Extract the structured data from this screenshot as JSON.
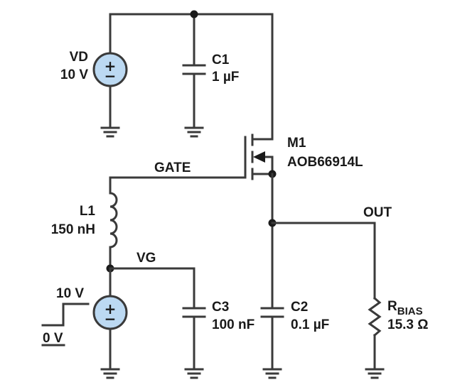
{
  "sources": {
    "vd": {
      "name": "VD",
      "value": "10 V"
    },
    "vg": {
      "step_high": "10 V",
      "step_low": "0 V"
    }
  },
  "capacitors": {
    "c1": {
      "name": "C1",
      "value": "1 µF"
    },
    "c2": {
      "name": "C2",
      "value": "0.1 µF"
    },
    "c3": {
      "name": "C3",
      "value": "100 nF"
    }
  },
  "inductor": {
    "name": "L1",
    "value": "150 nH"
  },
  "mosfet": {
    "name": "M1",
    "part": "AOB66914L"
  },
  "resistor": {
    "name_main": "R",
    "name_sub": "BIAS",
    "value": "15.3 Ω"
  },
  "nets": {
    "gate": "GATE",
    "vg": "VG",
    "out": "OUT"
  },
  "symbols": {
    "plus": "+",
    "minus": "−"
  },
  "colors": {
    "source_fill": "#bcd9f2",
    "wire": "#3a3a3a"
  }
}
